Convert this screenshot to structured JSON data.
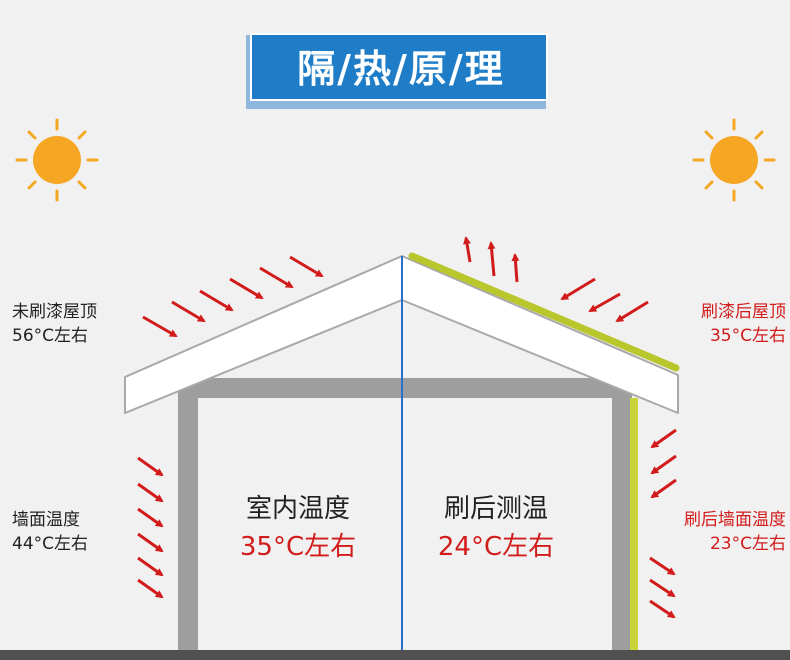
{
  "title": "隔/热/原/理",
  "labels": {
    "left_roof": {
      "line1": "未刷漆屋顶",
      "line2": "56°C左右"
    },
    "right_roof": {
      "line1": "刷漆后屋顶",
      "line2": "35°C左右"
    },
    "left_wall": {
      "line1": "墙面温度",
      "line2": "44°C左右"
    },
    "right_wall": {
      "line1": "刷后墙面温度",
      "line2": "23°C左右"
    }
  },
  "rooms": {
    "left": {
      "title": "室内温度",
      "value": "35°C左右"
    },
    "right": {
      "title": "刷后测温",
      "value": "24°C左右"
    }
  },
  "colors": {
    "background": "#f1f1f1",
    "title_bg": "#1f7dc7",
    "heat_arrow": "#d21c1c",
    "coating": "#b9c62c",
    "divider": "#2a6fc9",
    "wall": "#9e9e9e",
    "sun": "#f5a623"
  },
  "icons": [
    "sun-icon",
    "sun-icon",
    "heat-arrow-icon"
  ]
}
